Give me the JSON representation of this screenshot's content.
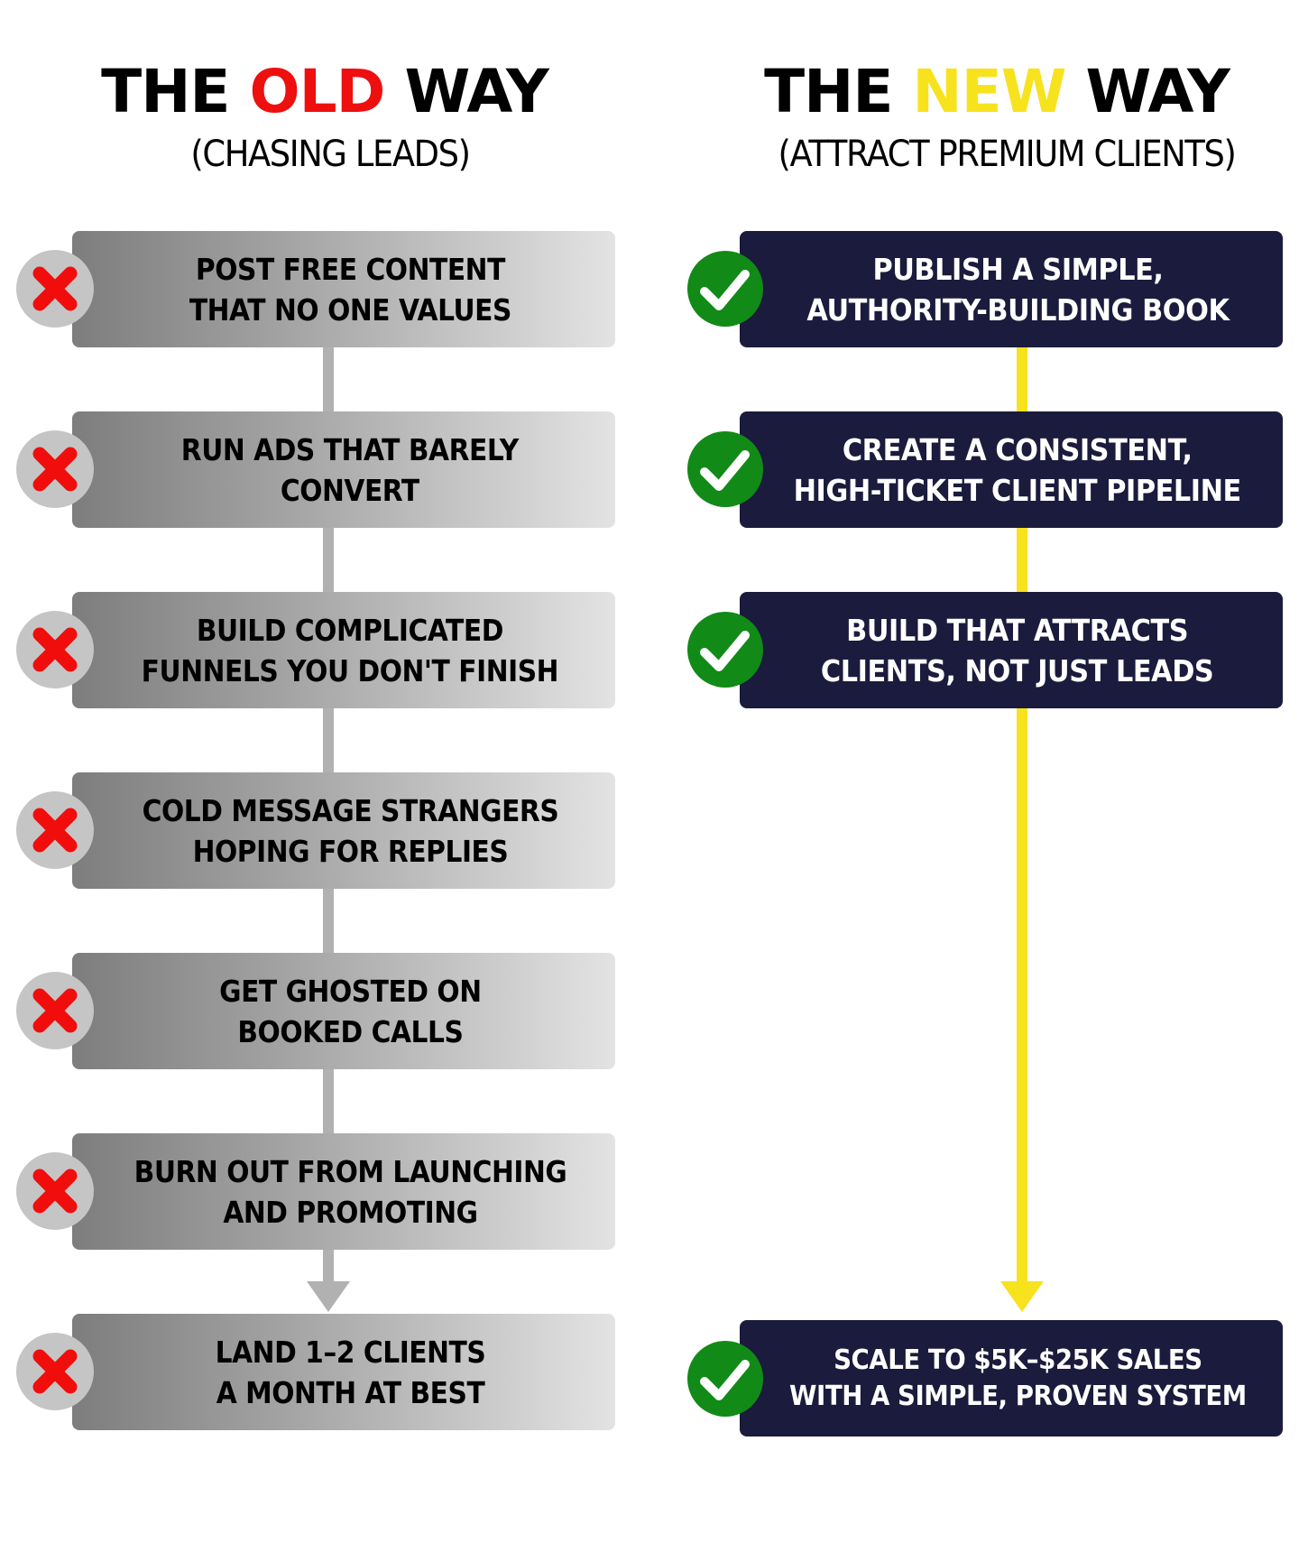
{
  "old_way": {
    "heading_prefix": "THE",
    "heading_highlight": "OLD",
    "heading_suffix": "WAY",
    "subtitle": "(CHASING LEADS)",
    "highlight_color": "#ee0f0f",
    "badge_icon": "x-icon",
    "steps": [
      "POST FREE CONTENT\nTHAT NO ONE VALUES",
      "RUN ADS THAT  BARELY\nCONVERT",
      "BUILD COMPLICATED\nFUNNELS YOU DON'T FINISH",
      "COLD MESSAGE STRANGERS\nHOPING FOR REPLIES",
      "GET GHOSTED ON\nBOOKED CALLS",
      "BURN OUT FROM LAUNCHING\nAND PROMOTING",
      "LAND 1–2 CLIENTS\nA  MONTH AT BEST"
    ]
  },
  "new_way": {
    "heading_prefix": "THE",
    "heading_highlight": "NEW",
    "heading_suffix": "WAY",
    "subtitle": "(ATTRACT PREMIUM CLIENTS)",
    "highlight_color": "#f7e21e",
    "badge_icon": "checkmark-icon",
    "steps": [
      "PUBLISH A SIMPLE,\nAUTHORITY-BUILDING BOOK",
      "CREATE A CONSISTENT,\nHIGH-TICKET CLIENT PIPELINE",
      "BUILD THAT ATTRACTS\nCLIENTS, NOT JUST LEADS",
      "SCALE TO $5K–$25K SALES\nWITH A SIMPLE, PROVEN SYSTEM"
    ]
  },
  "colors": {
    "old_box_dark": "#7d7d7d",
    "old_box_light": "#e3e3e3",
    "new_box": "#1b1b3d",
    "x_mark": "#f20d0d",
    "x_badge": "#c5c5c5",
    "check_badge": "#128a17",
    "old_connector": "#b1b1b1",
    "new_connector": "#f7e21e"
  }
}
